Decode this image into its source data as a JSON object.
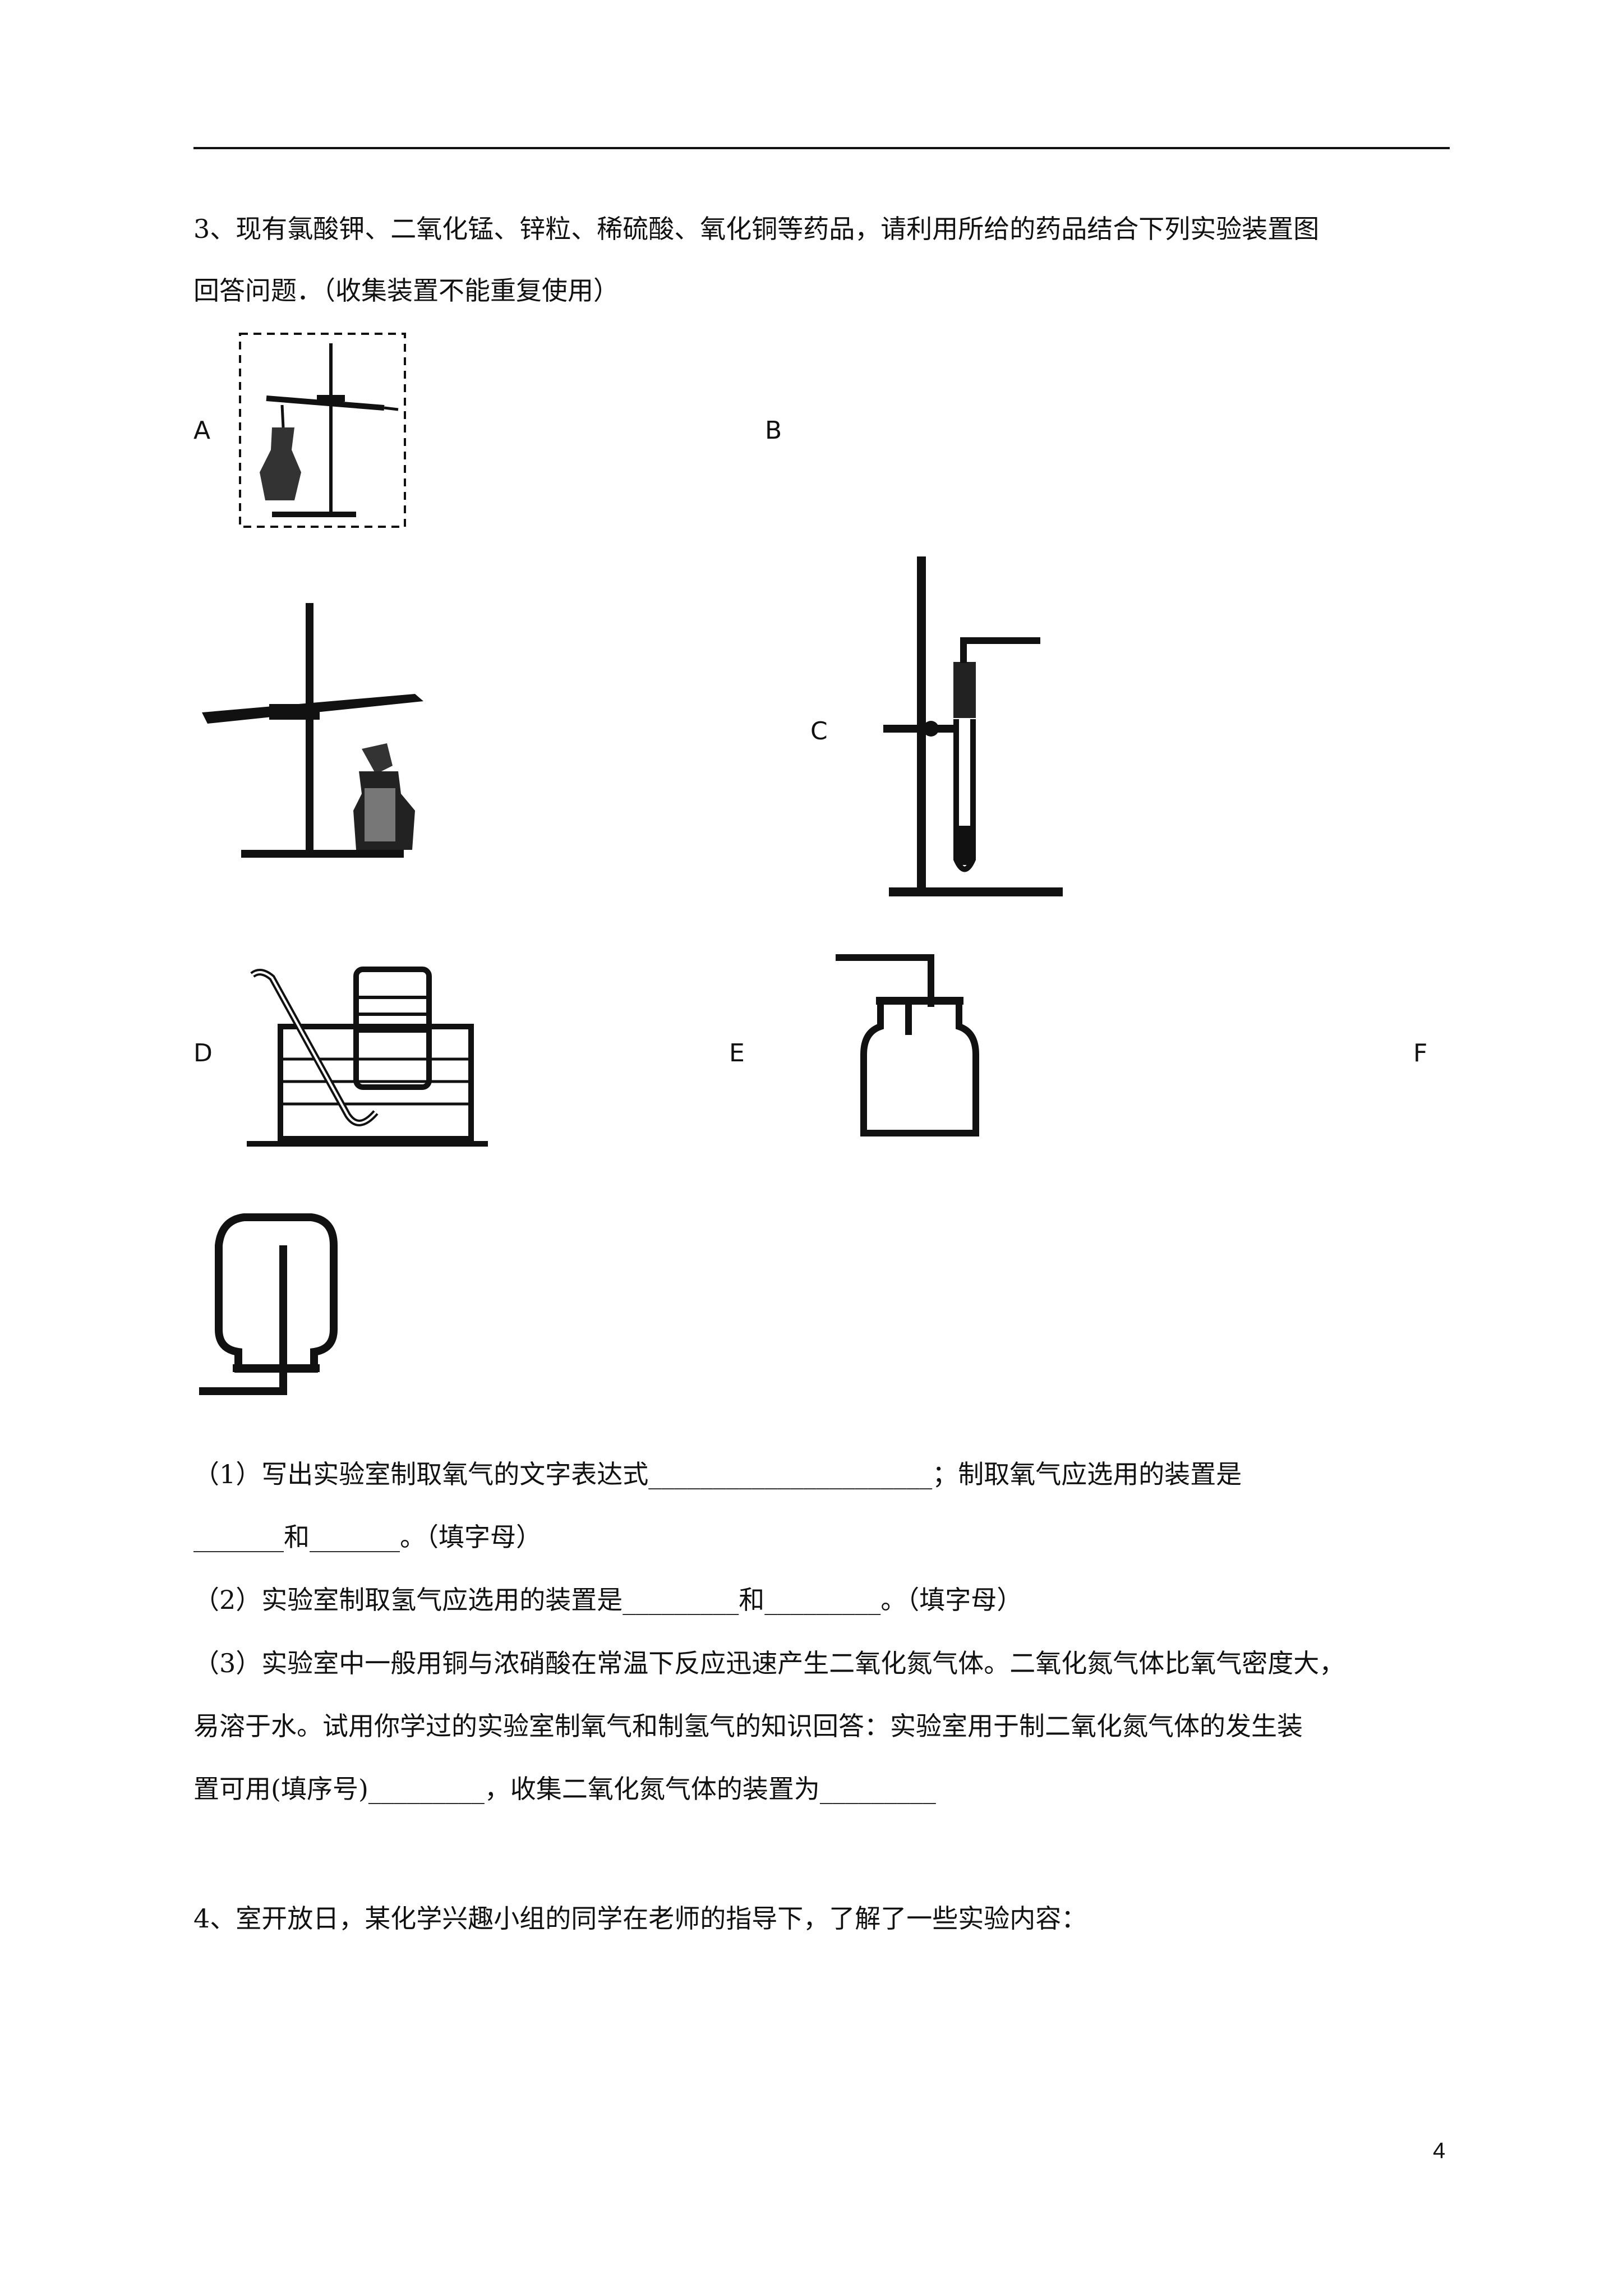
{
  "q3": {
    "line1": "3、现有氯酸钾、二氧化锰、锌粒、稀硫酸、氧化铜等药品，请利用所给的药品结合下列实验装置图",
    "line2": "回答问题．（收集装置不能重复使用）",
    "labels": {
      "a": "A",
      "b": "B",
      "c": "C",
      "d": "D",
      "e": "E",
      "f": "F"
    },
    "sub1_line1": "（1）写出实验室制取氧气的文字表达式______________________；制取氧气应选用的装置是",
    "sub1_line2": "_______和_______。（填字母）",
    "sub2": "（2）实验室制取氢气应选用的装置是_________和_________。（填字母）",
    "sub3_line1": "（3）实验室中一般用铜与浓硝酸在常温下反应迅速产生二氧化氮气体。二氧化氮气体比氧气密度大，",
    "sub3_line2": "易溶于水。试用你学过的实验室制氧气和制氢气的知识回答：实验室用于制二氧化氮气体的发生装",
    "sub3_line3": "置可用(填序号)_________，收集二氧化氮气体的装置为_________"
  },
  "q4": {
    "line1": "4、室开放日，某化学兴趣小组的同学在老师的指导下，了解了一些实验内容："
  },
  "page_number": "4"
}
